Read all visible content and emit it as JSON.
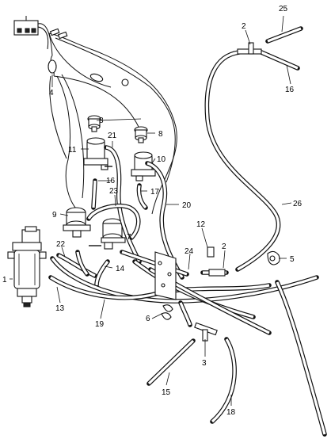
{
  "callouts": {
    "c1": "1",
    "c2a": "2",
    "c2b": "2",
    "c3": "3",
    "c4": "4",
    "c5": "5",
    "c6": "6",
    "c7": "7",
    "c8a": "8",
    "c8b": "8",
    "c9": "9",
    "c10": "10",
    "c11": "11",
    "c12": "12",
    "c13": "13",
    "c14": "14",
    "c15": "15",
    "c16a": "16",
    "c16b": "16",
    "c17": "17",
    "c18": "18",
    "c19": "19",
    "c20": "20",
    "c21": "21",
    "c22": "22",
    "c23": "23",
    "c24": "24",
    "c25": "25",
    "c26": "26"
  }
}
